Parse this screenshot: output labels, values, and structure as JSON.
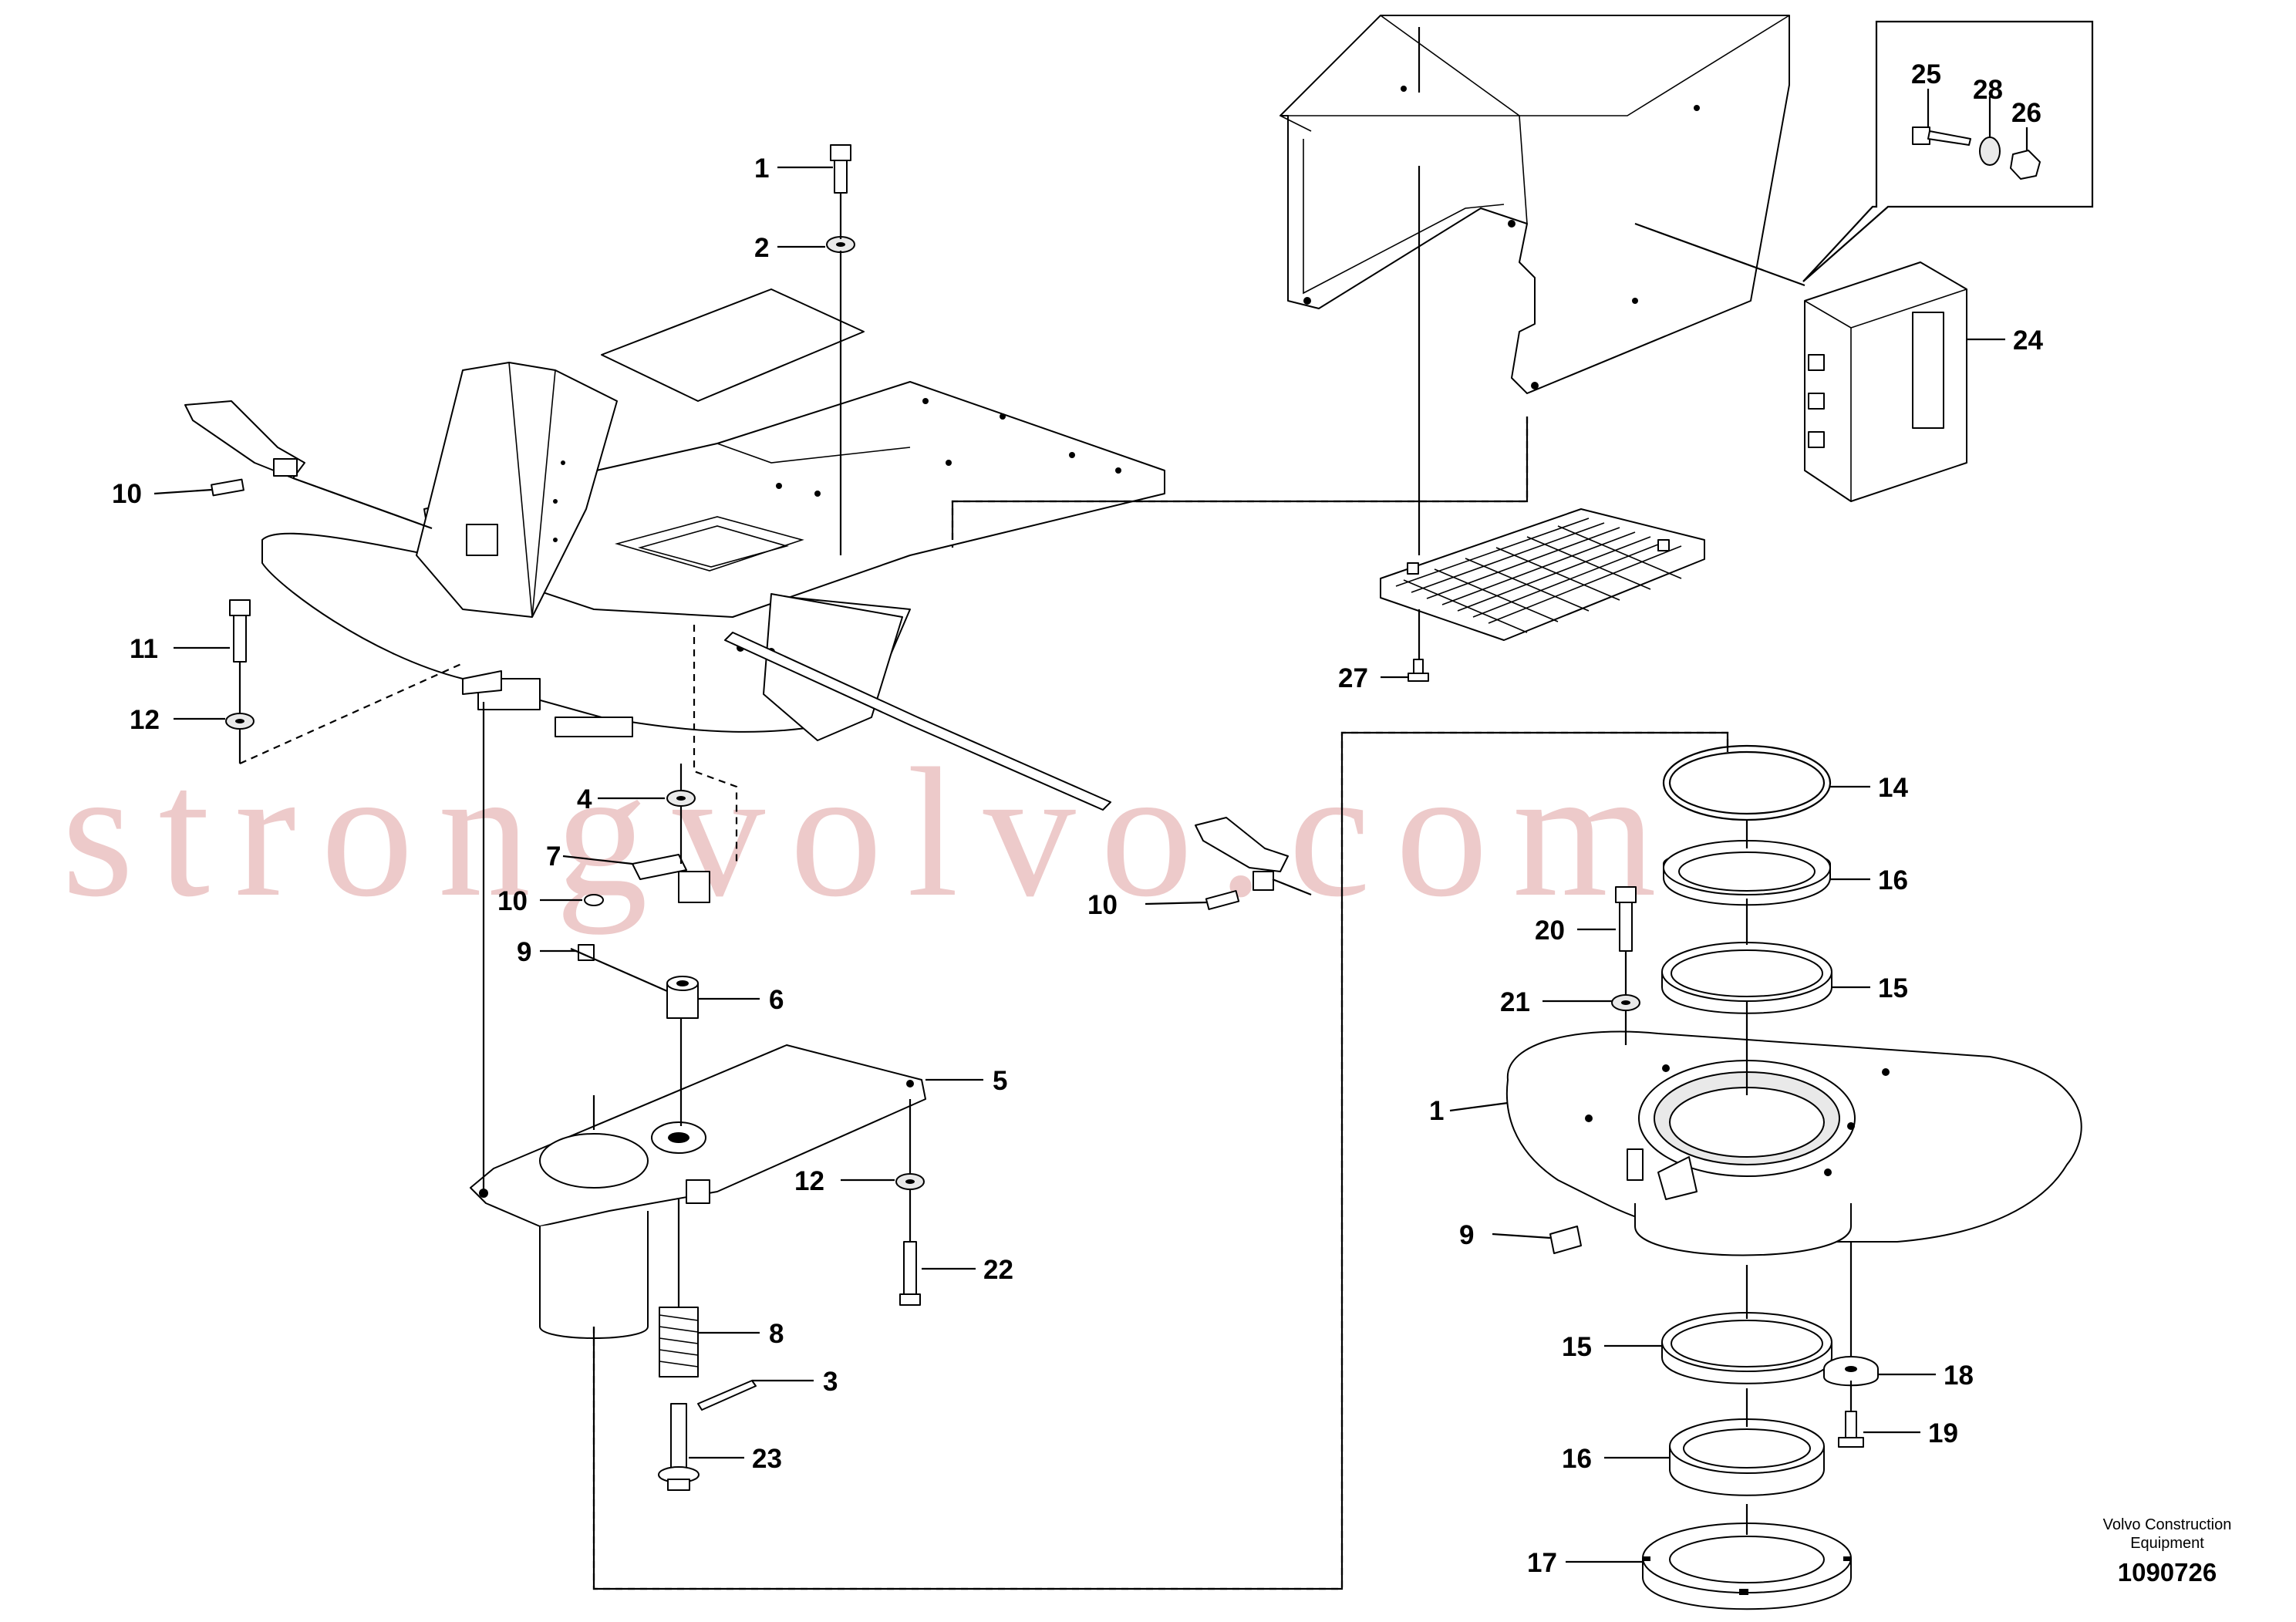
{
  "watermark": "strongvolvo.com",
  "brand_line1": "Volvo Construction",
  "brand_line2": "Equipment",
  "drawing_number": "1090726",
  "callouts": [
    {
      "id": "c1",
      "label": "1"
    },
    {
      "id": "c2",
      "label": "2"
    },
    {
      "id": "c10a",
      "label": "10"
    },
    {
      "id": "c11",
      "label": "11"
    },
    {
      "id": "c12a",
      "label": "12"
    },
    {
      "id": "c4",
      "label": "4"
    },
    {
      "id": "c7",
      "label": "7"
    },
    {
      "id": "c10b",
      "label": "10"
    },
    {
      "id": "c9a",
      "label": "9"
    },
    {
      "id": "c6",
      "label": "6"
    },
    {
      "id": "c5",
      "label": "5"
    },
    {
      "id": "c12b",
      "label": "12"
    },
    {
      "id": "c22",
      "label": "22"
    },
    {
      "id": "c8",
      "label": "8"
    },
    {
      "id": "c3",
      "label": "3"
    },
    {
      "id": "c23",
      "label": "23"
    },
    {
      "id": "c10c",
      "label": "10"
    },
    {
      "id": "c25",
      "label": "25"
    },
    {
      "id": "c28",
      "label": "28"
    },
    {
      "id": "c26",
      "label": "26"
    },
    {
      "id": "c24",
      "label": "24"
    },
    {
      "id": "c27",
      "label": "27"
    },
    {
      "id": "c14",
      "label": "14"
    },
    {
      "id": "c16a",
      "label": "16"
    },
    {
      "id": "c20",
      "label": "20"
    },
    {
      "id": "c15a",
      "label": "15"
    },
    {
      "id": "c21",
      "label": "21"
    },
    {
      "id": "c1b",
      "label": "1"
    },
    {
      "id": "c9b",
      "label": "9"
    },
    {
      "id": "c15b",
      "label": "15"
    },
    {
      "id": "c18",
      "label": "18"
    },
    {
      "id": "c19",
      "label": "19"
    },
    {
      "id": "c16b",
      "label": "16"
    },
    {
      "id": "c17",
      "label": "17"
    }
  ]
}
